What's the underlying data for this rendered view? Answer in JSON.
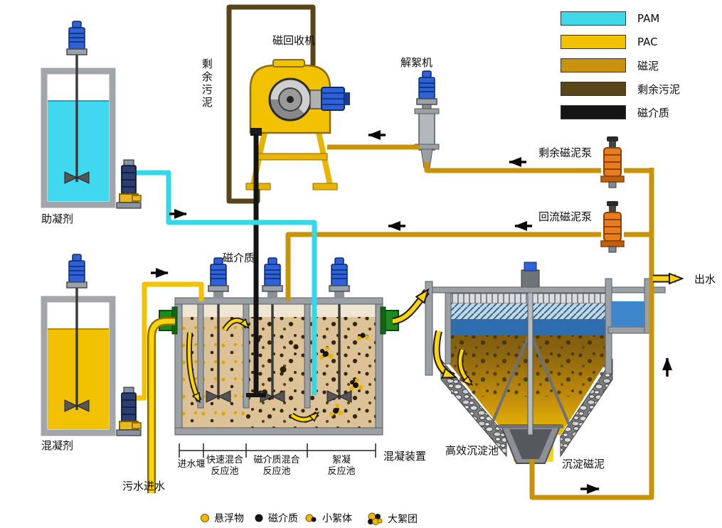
{
  "legend": {
    "items": [
      {
        "label": "PAM",
        "color": "#3FD8E8"
      },
      {
        "label": "PAC",
        "color": "#F2C200"
      },
      {
        "label": "磁泥",
        "color": "#C8930B"
      },
      {
        "label": "剩余污泥",
        "color": "#5A4519"
      },
      {
        "label": "磁介质",
        "color": "#151515"
      }
    ]
  },
  "equipment": {
    "coagulant_aid_tank": "助凝剂",
    "coagulant_tank": "混凝剂",
    "magnetic_recovery_machine": "磁回收机",
    "deflocculation_machine": "解絮机",
    "surplus_mud_pump": "剩余磁泥泵",
    "return_mud_pump": "回流磁泥泵",
    "coagulation_unit": "混凝装置",
    "sedimentation_tank": "高效沉淀池"
  },
  "streams": {
    "surplus_sludge": "剩余污泥",
    "magnetic_media": "磁介质",
    "sewage_inflow": "污水进水",
    "outflow": "出水",
    "settled_mud": "沉淀磁泥"
  },
  "compartments": [
    "进水堰",
    "快速混合\n反应池",
    "磁介质混合\n反应池",
    "絮凝\n反应池"
  ],
  "bottom_legend": {
    "items": [
      {
        "label": "悬浮物"
      },
      {
        "label": "磁介质"
      },
      {
        "label": "小絮体"
      },
      {
        "label": "大絮团"
      }
    ]
  }
}
